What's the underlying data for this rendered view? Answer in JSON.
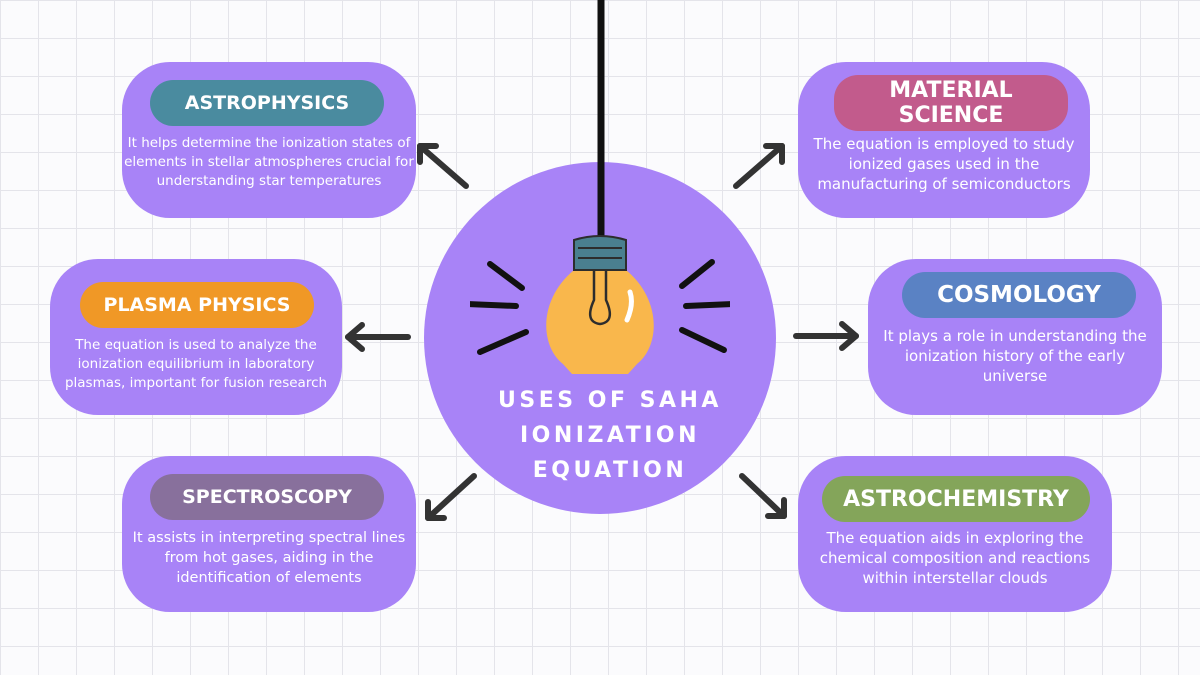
{
  "title": "USES OF SAHA IONIZATION EQUATION",
  "colors": {
    "card": "#a883f7",
    "astrophysics": "#4a8b9f",
    "plasma_physics": "#f09826",
    "spectroscopy": "#88709c",
    "material_science": "#c25b8c",
    "cosmology": "#5a82c4",
    "astrochemistry": "#84a55a",
    "bulb": "#f9b74c",
    "arrow": "#333333"
  },
  "icons": {
    "center": "light-bulb-icon",
    "arrows": "arrow-icon"
  },
  "uses": {
    "astrophysics": {
      "label": "ASTROPHYSICS",
      "description": "It helps determine the ionization states of elements in stellar atmospheres crucial for understanding star temperatures"
    },
    "plasma_physics": {
      "label": "PLASMA PHYSICS",
      "description": "The equation is used to analyze the ionization equilibrium in laboratory plasmas, important for fusion research"
    },
    "spectroscopy": {
      "label": "SPECTROSCOPY",
      "description": "It assists in interpreting spectral lines from hot gases, aiding in the identification of elements"
    },
    "material_science": {
      "label": "MATERIAL SCIENCE",
      "description": "The equation is employed to study ionized gases used in the manufacturing of semiconductors"
    },
    "cosmology": {
      "label": "COSMOLOGY",
      "description": "It plays a role in understanding the ionization history of the early universe"
    },
    "astrochemistry": {
      "label": "ASTROCHEMISTRY",
      "description": "The equation aids in exploring the chemical composition and reactions within interstellar clouds"
    }
  }
}
